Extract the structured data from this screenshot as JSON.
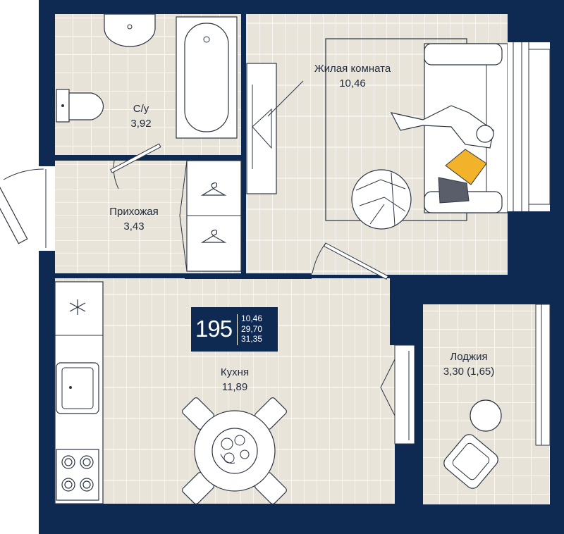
{
  "colors": {
    "wall": "#0f2a52",
    "floor_wet": "#e8e3d8",
    "floor_wood": "#e9e4da",
    "fixture": "#ffffff",
    "outline": "#2b3442",
    "pillow_yellow": "#f2b32a",
    "pillow_gray": "#5a5e6b"
  },
  "rooms": {
    "bathroom": {
      "name": "С/у",
      "area": "3,92"
    },
    "living": {
      "name": "Жилая комната",
      "area": "10,46"
    },
    "hall": {
      "name": "Прихожая",
      "area": "3,43"
    },
    "kitchen": {
      "name": "Кухня",
      "area": "11,89"
    },
    "loggia": {
      "name": "Лоджия",
      "area": "3,30 (1,65)"
    }
  },
  "badge": {
    "number": "195",
    "living_area": "10,46",
    "total_area": "29,70",
    "full_area": "31,35"
  },
  "icons": [
    "snowflake-icon",
    "hanger-icon",
    "sink-icon",
    "bathtub-icon",
    "toilet-icon",
    "stove-icon",
    "sofa-icon",
    "armchair-icon",
    "round-table-icon",
    "fruit-plate-icon",
    "rug-icon",
    "door-icon",
    "window-icon"
  ]
}
